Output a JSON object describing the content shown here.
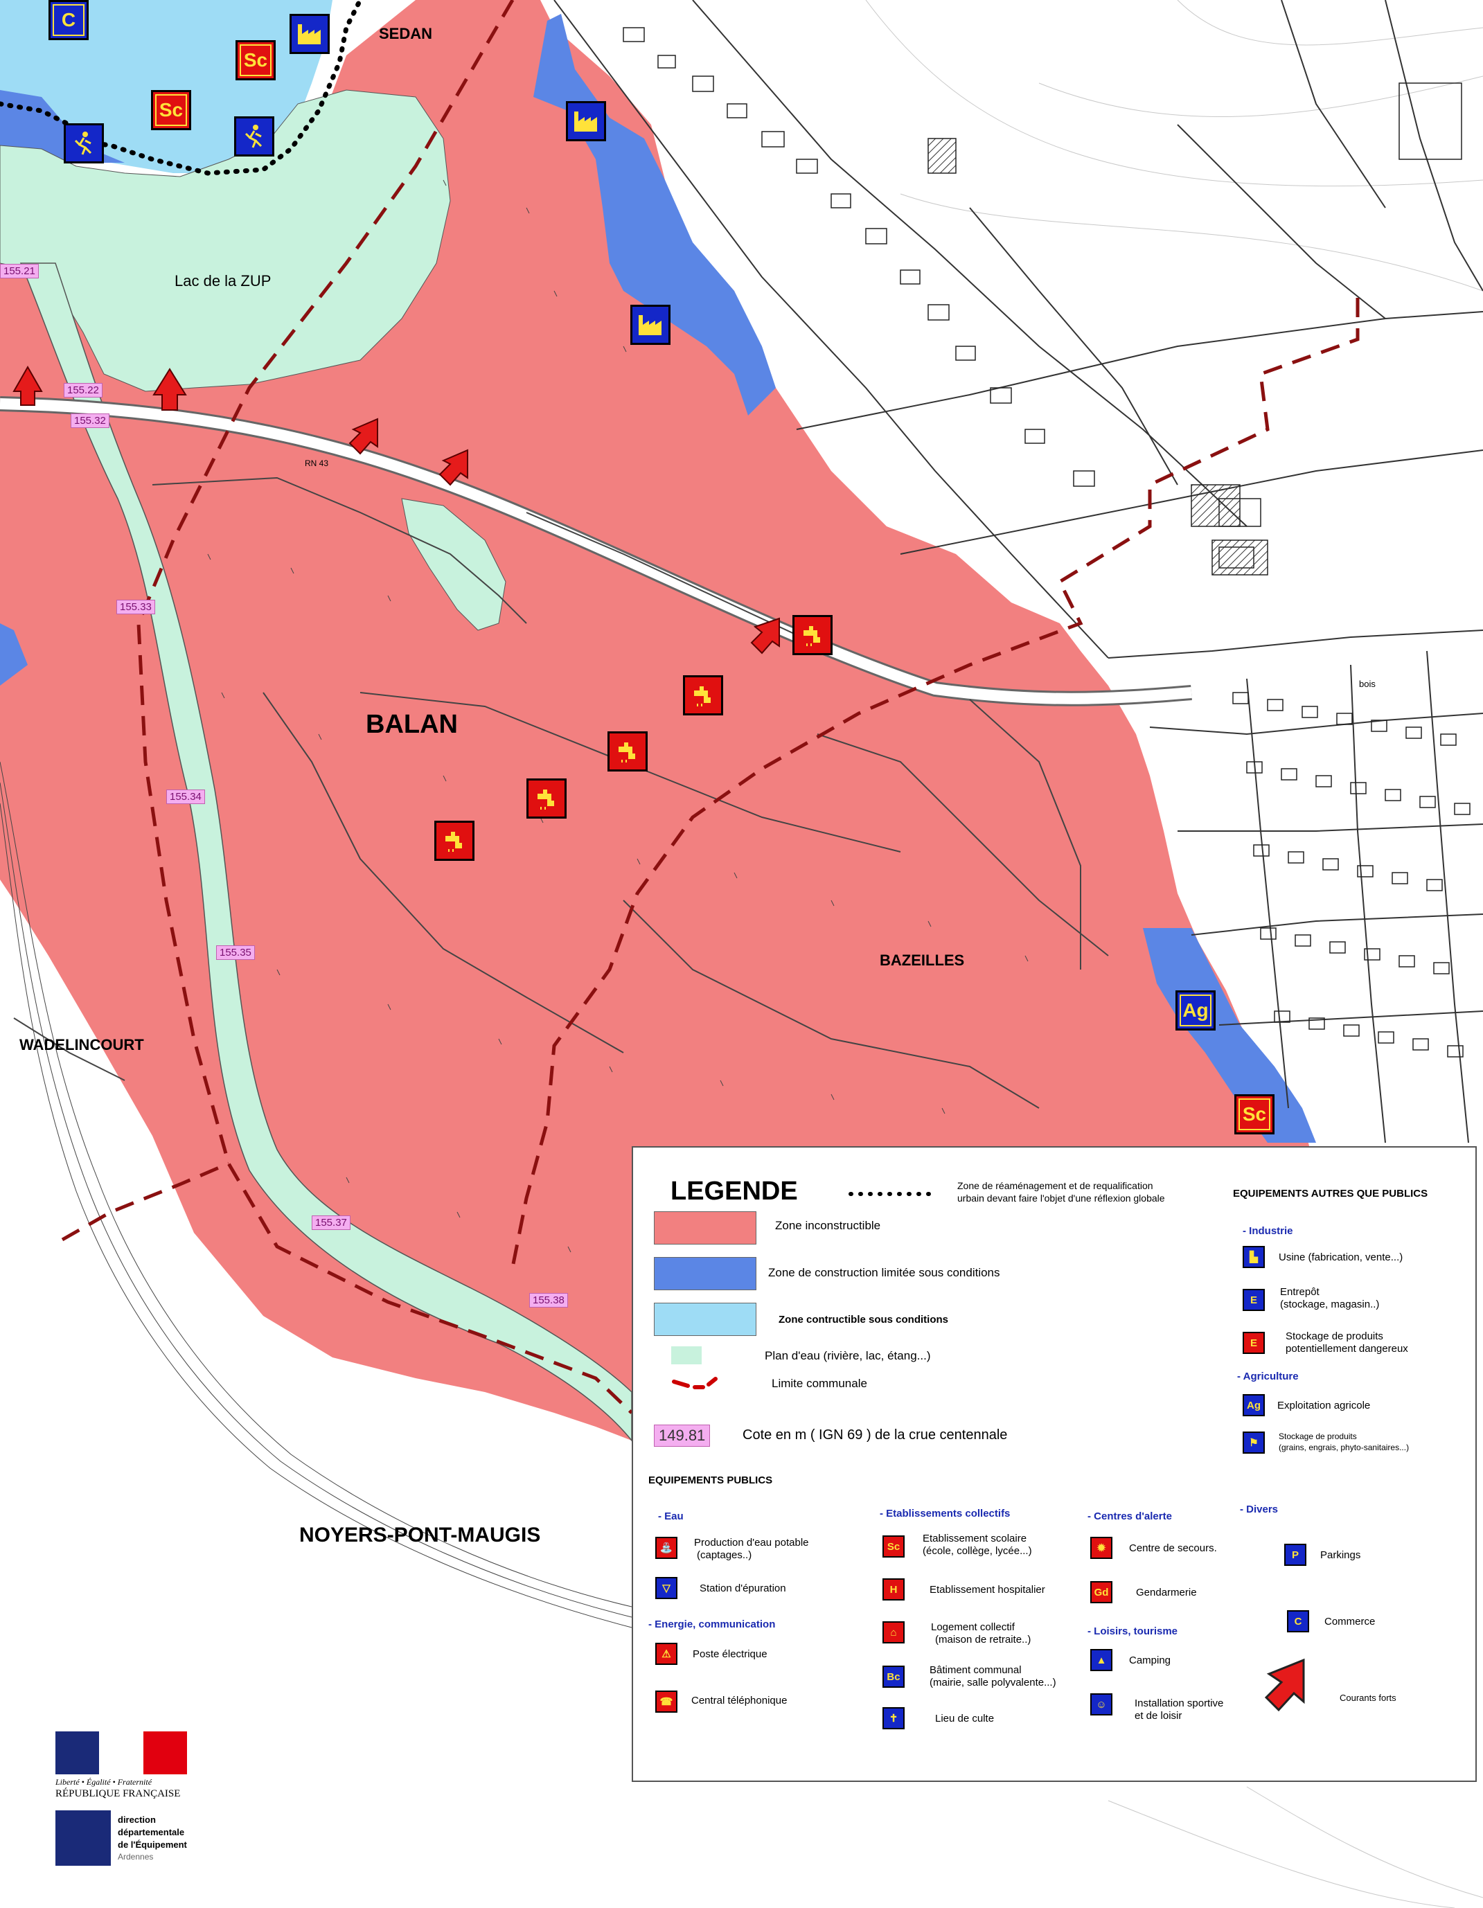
{
  "places": {
    "sedan": "SEDAN",
    "lac": "Lac de la ZUP",
    "balan": "BALAN",
    "bazeilles": "BAZEILLES",
    "wadelincourt": "WADELINCOURT",
    "noyers": "NOYERS-PONT-MAUGIS",
    "bois": "bois",
    "rn43": "RN 43"
  },
  "flood_levels": [
    "155.21",
    "155.22",
    "155.32",
    "155.33",
    "155.34",
    "155.35",
    "155.37",
    "155.38"
  ],
  "legend": {
    "title": "LEGENDE",
    "dotted_label_1": "Zone de réaménagement et de requalification",
    "dotted_label_2": "urbain devant faire l'objet d'une réflexion globale",
    "zone_red": "Zone inconstructible",
    "zone_blue": "Zone de construction limitée sous conditions",
    "zone_lightblue": "Zone contructible sous conditions",
    "zone_water": "Plan d'eau (rivière, lac, étang...)",
    "commune_limit": "Limite communale",
    "cote_example": "149.81",
    "cote_label": "Cote en m ( IGN 69 ) de la crue centennale",
    "public_title": "EQUIPEMENTS PUBLICS",
    "eau": "- Eau",
    "eau_items": [
      "Production d'eau potable",
      "(captages..)",
      "Station d'épuration"
    ],
    "energie": "- Energie, communication",
    "energie_items": [
      "Poste électrique",
      "Central téléphonique"
    ],
    "etab": "- Etablissements collectifs",
    "etab_items": [
      "Etablissement scolaire",
      "(école, collège, lycée...)",
      "Etablissement hospitalier",
      "Logement collectif",
      "(maison de retraite..)",
      "Bâtiment communal",
      "(mairie, salle polyvalente...)",
      "Lieu de culte"
    ],
    "alerte": "- Centres d'alerte",
    "alerte_items": [
      "Centre de secours.",
      "Gendarmerie"
    ],
    "loisirs": "- Loisirs, tourisme",
    "loisirs_items": [
      "Camping",
      "Installation sportive",
      "et de loisir"
    ],
    "divers": "- Divers",
    "divers_items": [
      "Parkings",
      "Commerce"
    ],
    "courants": "Courants forts",
    "other_title": "EQUIPEMENTS AUTRES QUE PUBLICS",
    "industrie": "- Industrie",
    "industrie_items": [
      "Usine (fabrication, vente...)",
      "Entrepôt",
      "(stockage, magasin..)",
      "Stockage de produits",
      "potentiellement dangereux"
    ],
    "agriculture": "- Agriculture",
    "agriculture_items": [
      "Exploitation agricole",
      "Stockage de produits",
      "(grains, engrais, phyto-sanitaires...)"
    ],
    "icon_letters": {
      "sc": "Sc",
      "h": "H",
      "bc": "Bc",
      "gd": "Gd",
      "p": "P",
      "c": "C",
      "e": "E",
      "ag": "Ag"
    }
  },
  "map_icons": {
    "sc": "Sc",
    "ag": "Ag",
    "c": "C"
  },
  "logo": {
    "motto": "Liberté • Égalité • Fraternité",
    "republic": "RÉPUBLIQUE FRANÇAISE",
    "dde1": "direction",
    "dde2": "départementale",
    "dde3": "de l'Équipement",
    "dde4": "Ardennes"
  },
  "colors": {
    "zone_red": "#f28080",
    "zone_blue": "#5b86e5",
    "zone_lightblue": "#9edcf5",
    "water": "#c8f2dd",
    "limit": "#8a1010"
  }
}
